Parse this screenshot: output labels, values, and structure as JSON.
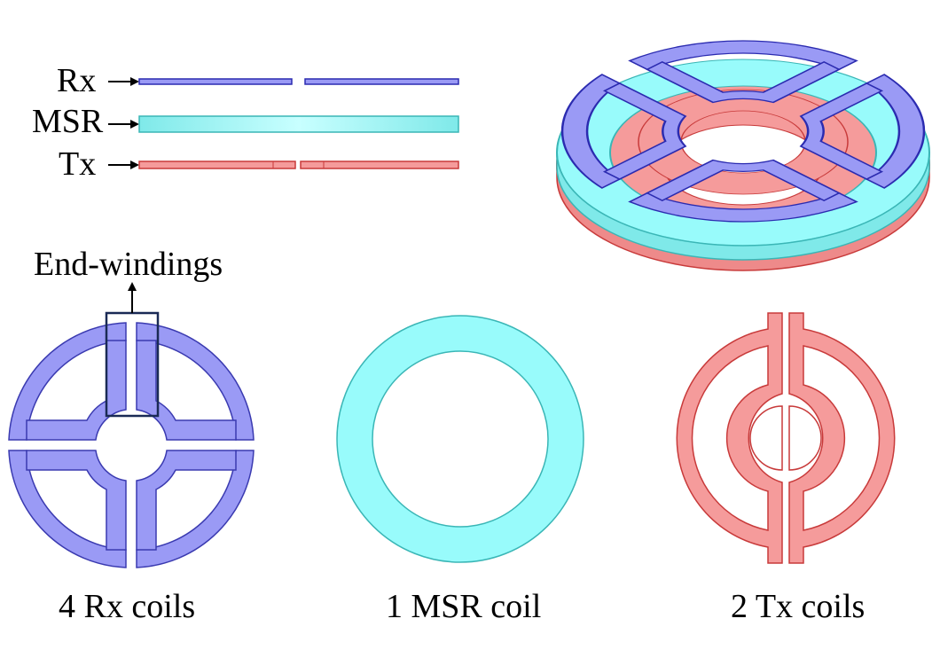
{
  "labels": {
    "rx": "Rx",
    "msr": "MSR",
    "tx": "Tx",
    "end_windings": "End-windings"
  },
  "captions": {
    "rx_coils": "4 Rx coils",
    "msr_coil": "1 MSR coil",
    "tx_coils": "2 Tx coils"
  },
  "colors": {
    "rx": "#9a9af5",
    "rx_edge": "#2b2bb0",
    "msr": "#98fbfb",
    "msr_edge": "#3ab6b6",
    "tx": "#f59b9b",
    "tx_edge": "#c83a3a",
    "highlight_box": "#1a2a55"
  }
}
